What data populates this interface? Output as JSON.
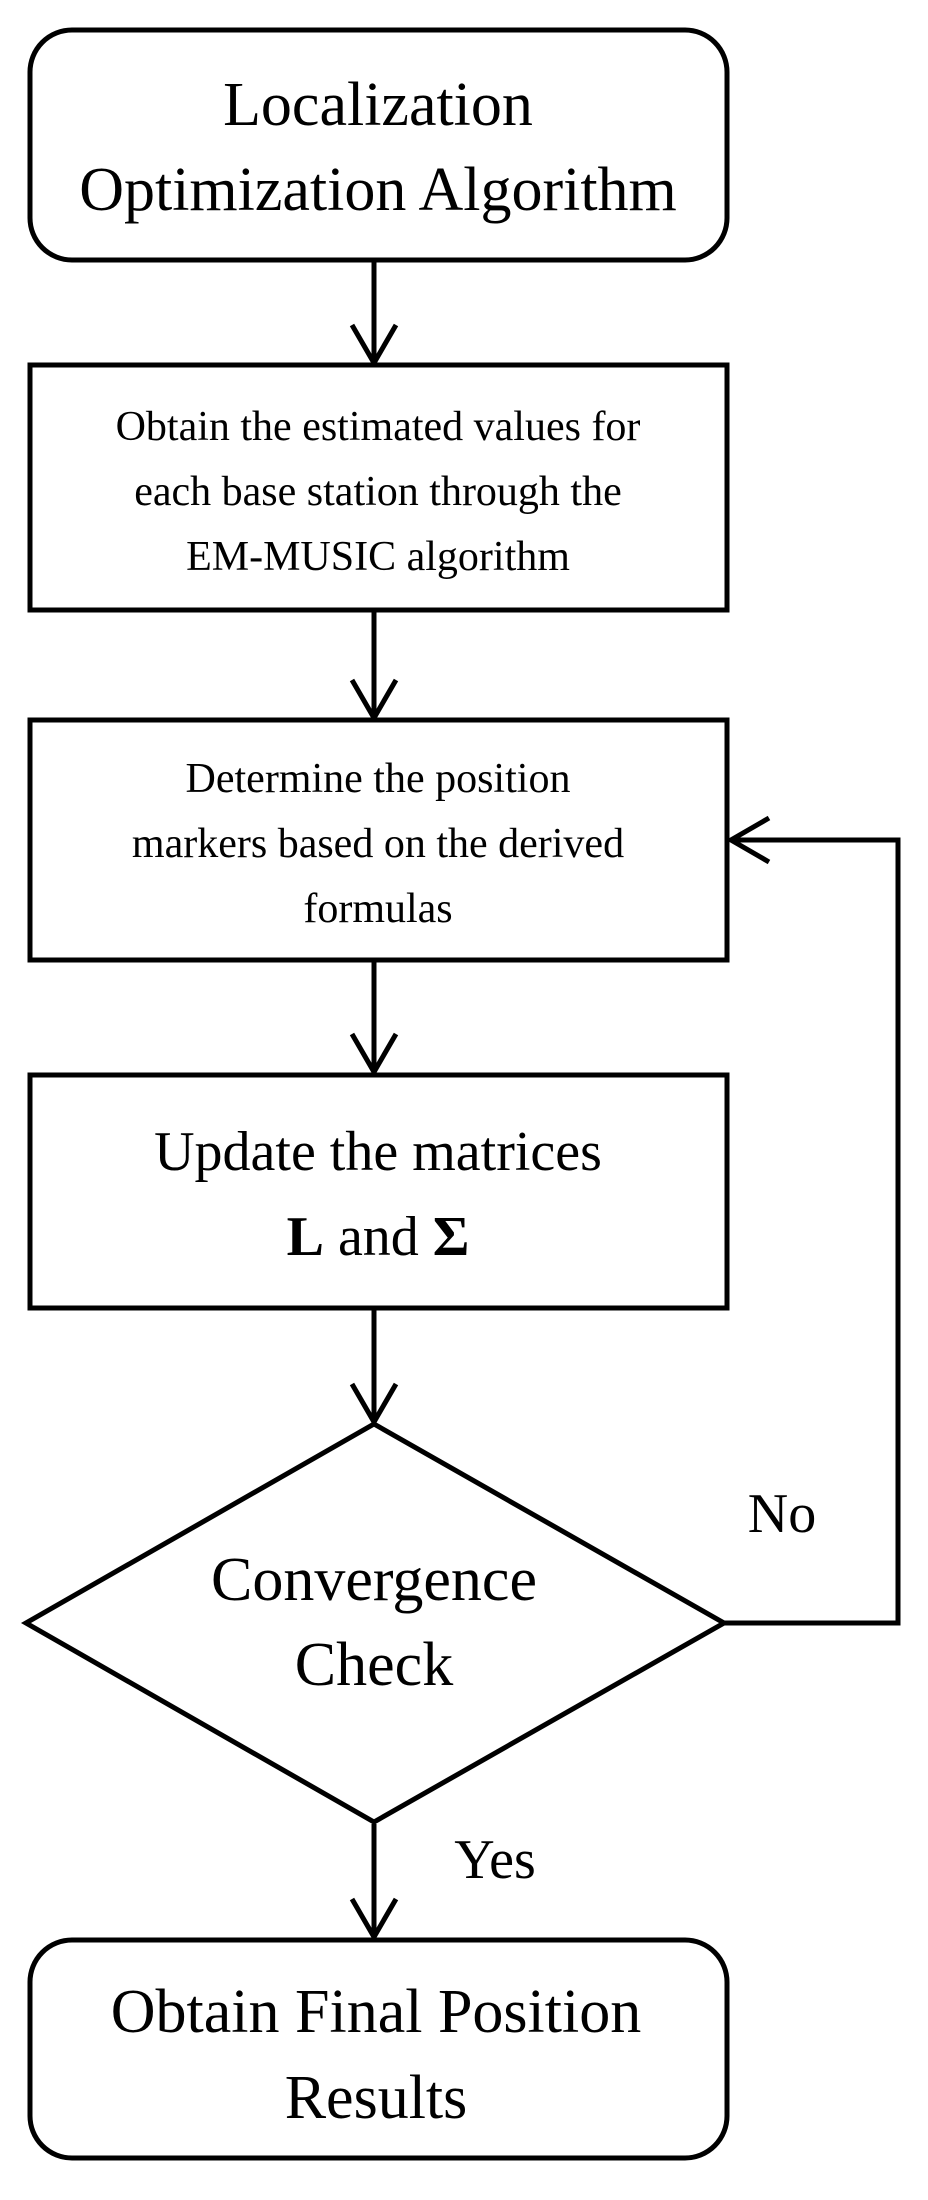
{
  "flowchart": {
    "start": {
      "line1": "Localization",
      "line2": "Optimization Algorithm"
    },
    "step1": {
      "line1": "Obtain the estimated values for",
      "line2": "each base station through the",
      "line3": "EM-MUSIC algorithm"
    },
    "step2": {
      "line1": "Determine the position",
      "line2": "markers based on the derived",
      "line3": "formulas"
    },
    "step3": {
      "line1": "Update the matrices",
      "sym_l": "L",
      "and": " and ",
      "sym_sigma": "Σ"
    },
    "decision": {
      "line1": "Convergence",
      "line2": "Check"
    },
    "labels": {
      "no": "No",
      "yes": "Yes"
    },
    "end": {
      "line1": "Obtain Final Position",
      "line2": "Results"
    }
  }
}
